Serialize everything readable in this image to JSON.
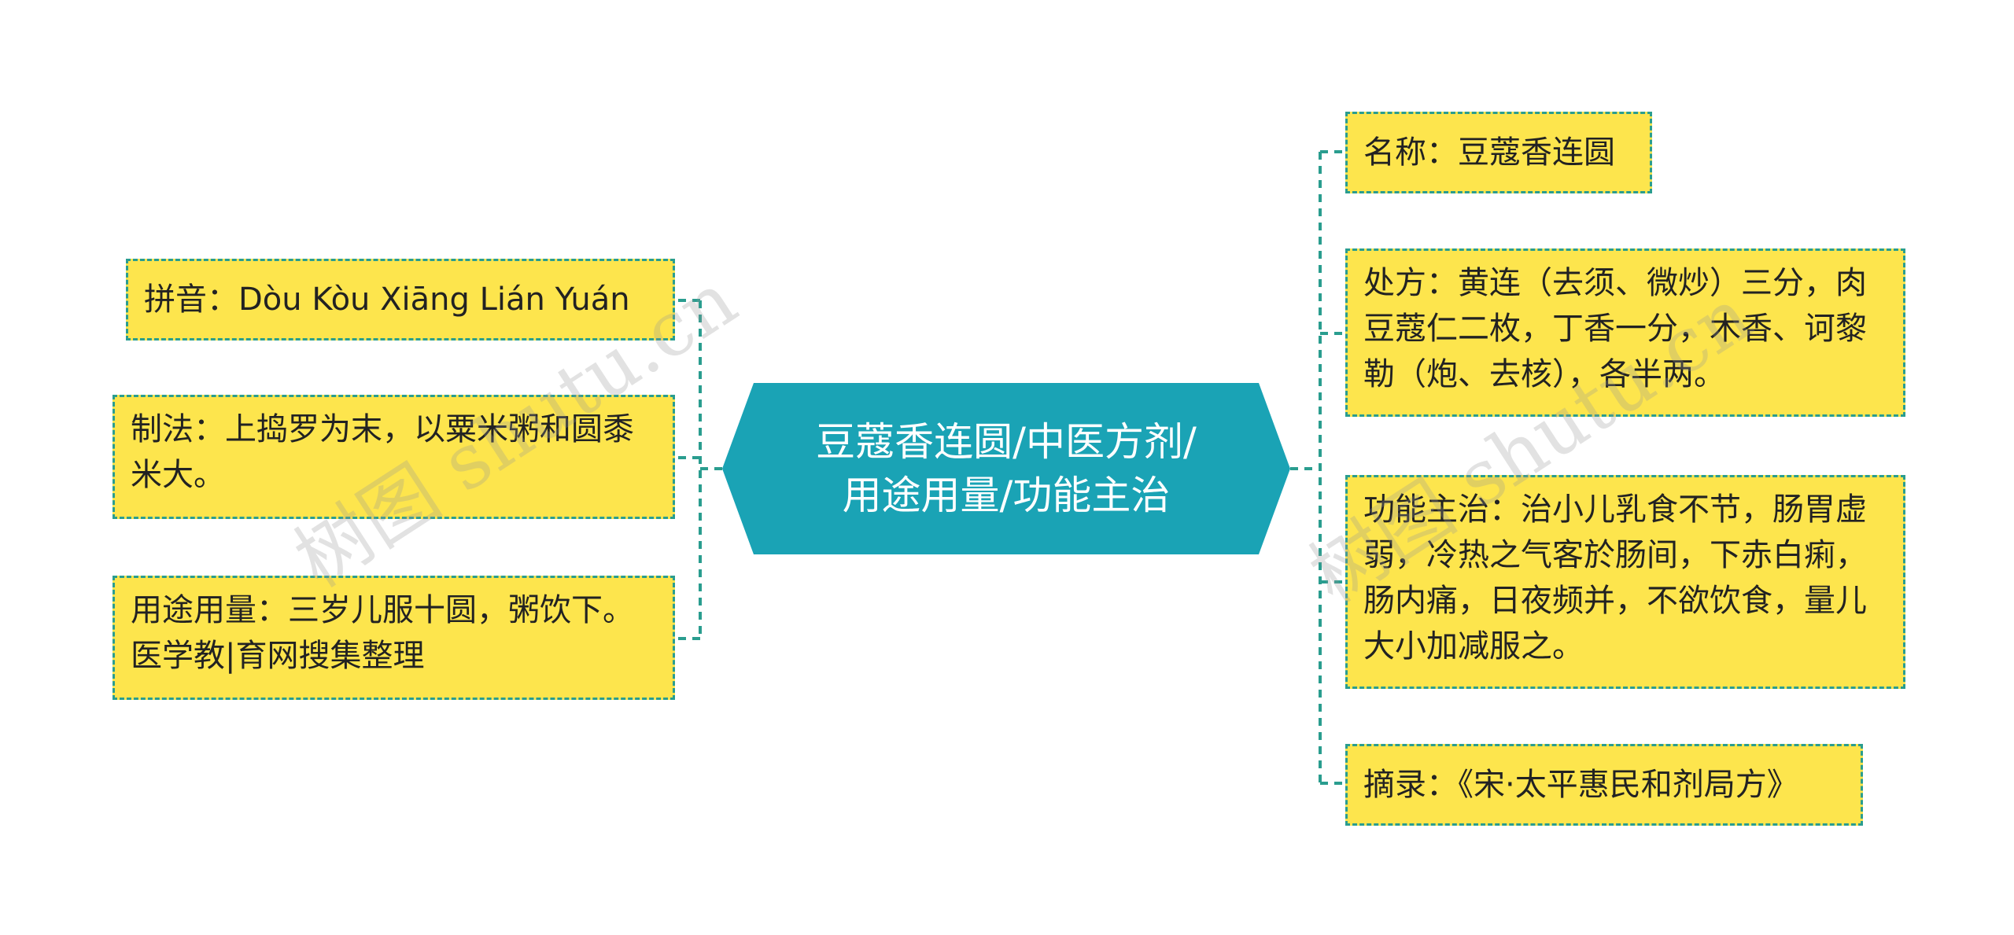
{
  "center": {
    "label": "豆蔻香连圆/中医方剂/用途用量/功能主治",
    "color": "#1aa3b5"
  },
  "left_nodes": [
    {
      "id": "pinyin",
      "text": "拼音：Dòu Kòu Xiāng Lián Yuán"
    },
    {
      "id": "method",
      "text": "制法：上捣罗为末，以粟米粥和圆黍米大。"
    },
    {
      "id": "usage",
      "text": "用途用量：三岁儿服十圆，粥饮下。医学教|育网搜集整理"
    }
  ],
  "right_nodes": [
    {
      "id": "name",
      "text": "名称：豆蔻香连圆"
    },
    {
      "id": "prescription",
      "text": "处方：黄连（去须、微炒）三分，肉豆蔻仁二枚，丁香一分，木香、诃黎勒（炮、去核），各半两。"
    },
    {
      "id": "function",
      "text": "功能主治：治小儿乳食不节，肠胃虚弱，冷热之气客於肠间，下赤白痢，肠内痛，日夜频并，不欲饮食，量儿大小加减服之。"
    },
    {
      "id": "source",
      "text": "摘录：《宋·太平惠民和剂局方》"
    }
  ],
  "watermarks": [
    "树图 shutu.cn",
    "树图 shutu.cn"
  ],
  "colors": {
    "node_fill": "#fde54d",
    "node_border": "#2a9d8f",
    "connector": "#2a9d8f",
    "center_fill": "#1aa3b5"
  }
}
